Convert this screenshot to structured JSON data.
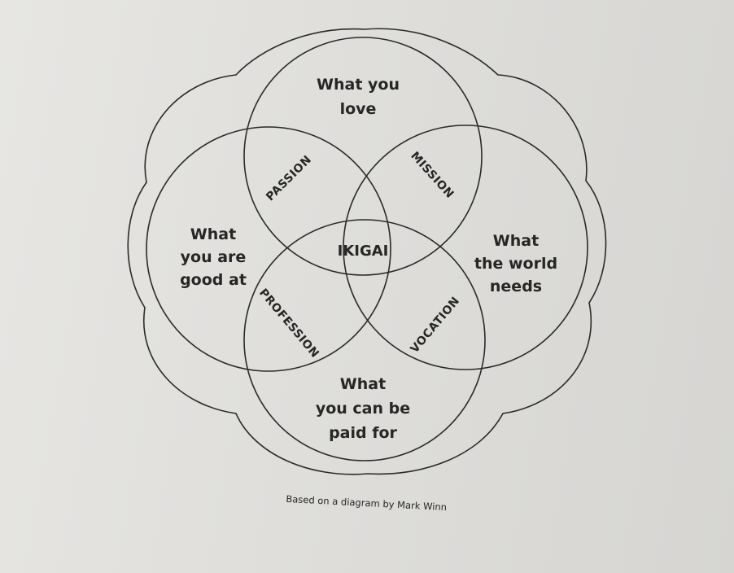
{
  "diagram": {
    "circles": {
      "top": [
        "What you",
        "love"
      ],
      "left": [
        "What",
        "you are",
        "good at"
      ],
      "right": [
        "What",
        "the world",
        "needs"
      ],
      "bottom": [
        "What",
        "you can be",
        "paid for"
      ]
    },
    "overlaps": {
      "top_left": "PASSION",
      "top_right": "MISSION",
      "bottom_left": "PROFESSION",
      "bottom_right": "VOCATION"
    },
    "center": "IKIGAI",
    "credit": "Based on a diagram by Mark Winn"
  }
}
